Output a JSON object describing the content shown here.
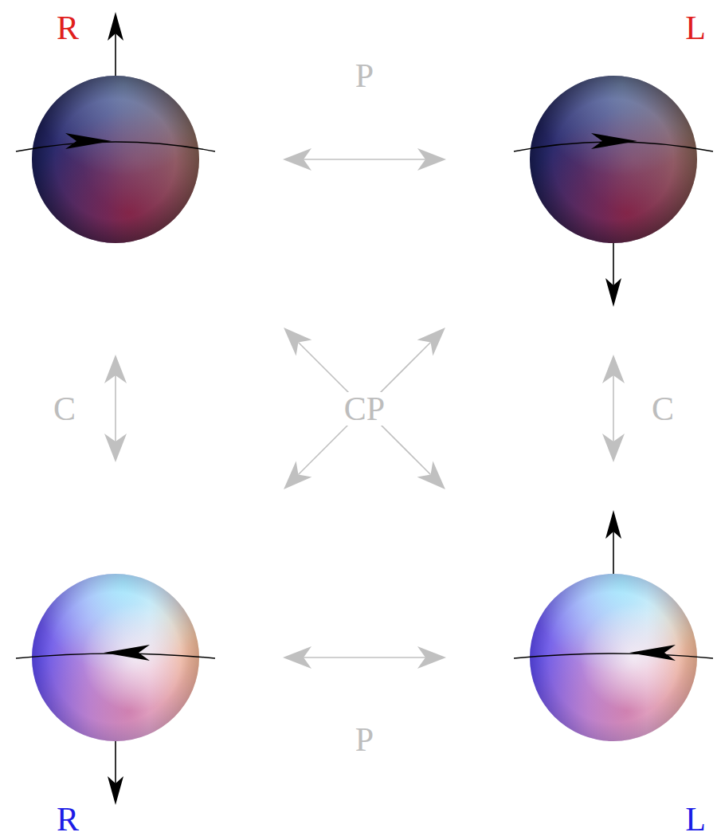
{
  "diagram": {
    "nodes": [
      {
        "text": [
          "R"
        ]
      },
      {
        "text": [
          "L"
        ]
      },
      {
        "text": [
          "R"
        ]
      },
      {
        "text": [
          "L"
        ]
      }
    ],
    "edges": [
      {
        "from": 0,
        "to": 1,
        "arrow": "both",
        "label": "P"
      },
      {
        "from": 0,
        "to": 2,
        "arrow": "both",
        "label": "C"
      },
      {
        "from": 1,
        "to": 3,
        "arrow": "both",
        "label": "C"
      },
      {
        "from": 0,
        "to": 3,
        "arrow": "both",
        "label": "CP"
      },
      {
        "from": 1,
        "to": 2,
        "arrow": "both"
      },
      {
        "from": 2,
        "to": 3,
        "arrow": "both",
        "label": "P"
      }
    ]
  }
}
